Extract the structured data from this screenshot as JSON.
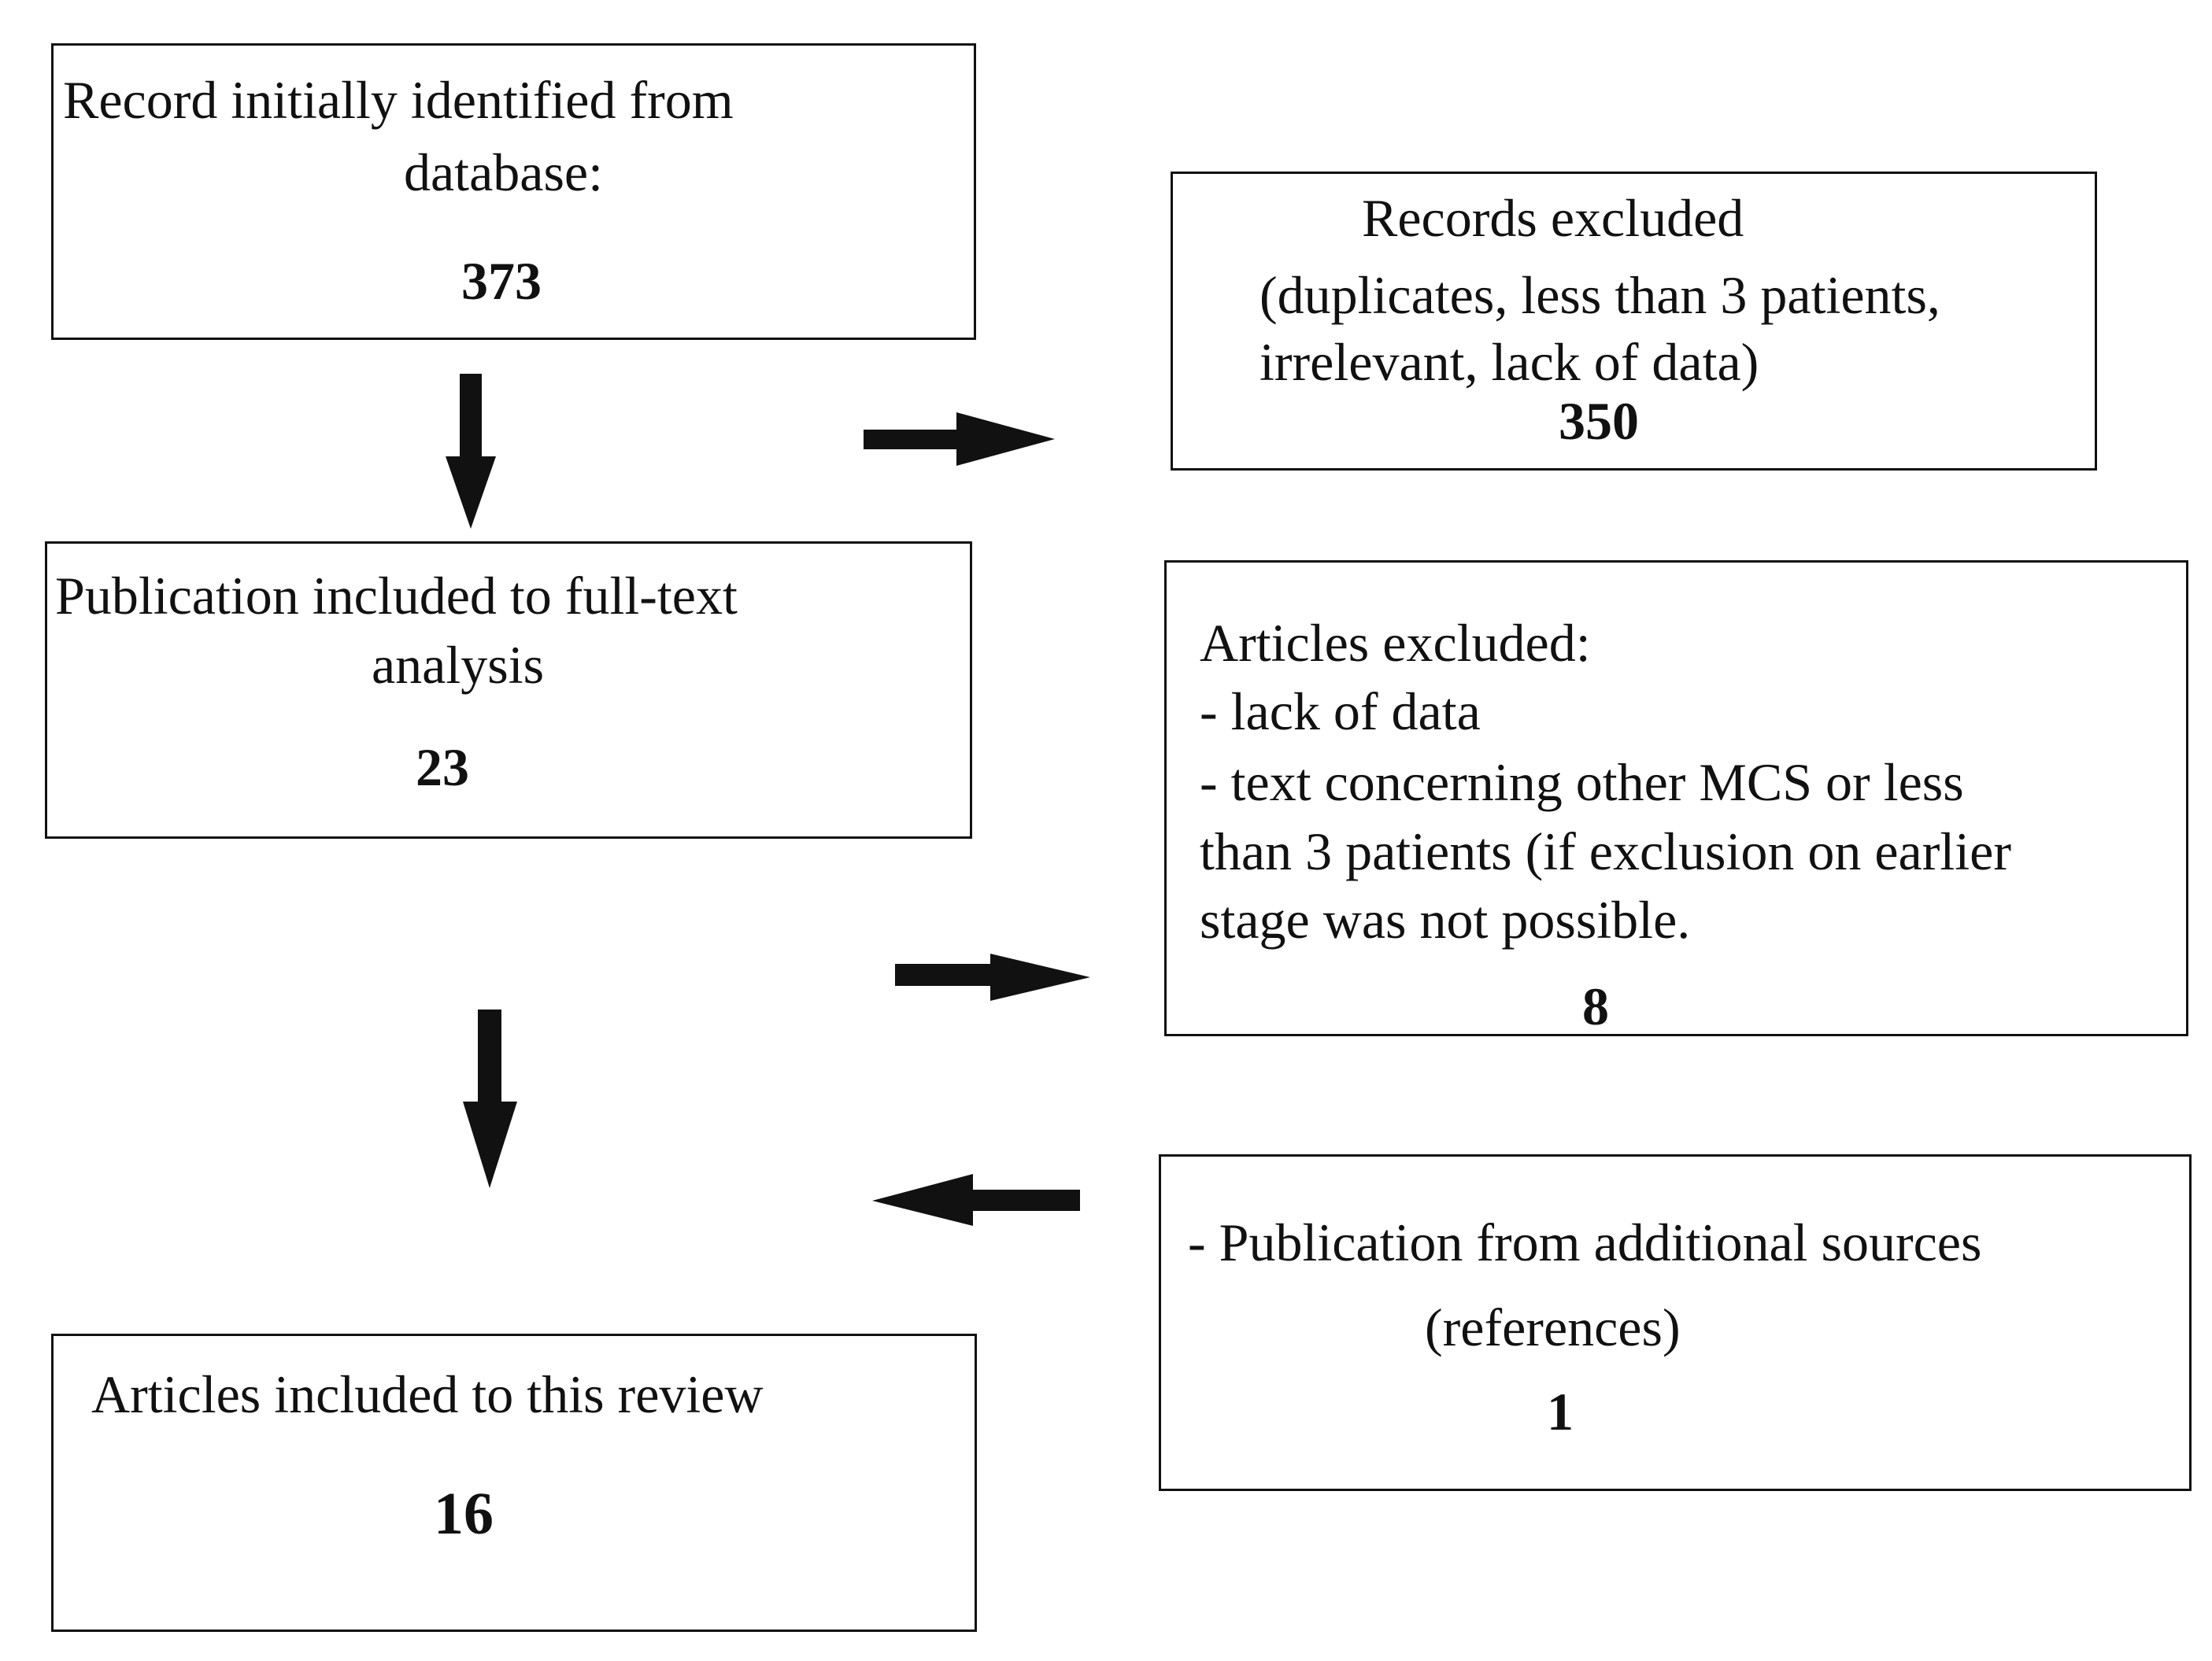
{
  "boxes": {
    "identified": {
      "lines": [
        "Record initially  identified from",
        "database:"
      ],
      "count": "373"
    },
    "records_excluded": {
      "lines": [
        "Records excluded",
        "(duplicates, less than 3 patients,",
        "irrelevant, lack of data)"
      ],
      "count": "350"
    },
    "full_text": {
      "lines": [
        "Publication included to full-text",
        "analysis"
      ],
      "count": "23"
    },
    "articles_excluded": {
      "lines": [
        "Articles excluded:",
        "- lack of data",
        "- text concerning other MCS or less",
        "than 3 patients (if exclusion on earlier",
        "stage was not possible."
      ],
      "count": "8"
    },
    "additional_sources": {
      "lines": [
        "- Publication from additional sources",
        "(references)"
      ],
      "count": "1"
    },
    "included": {
      "lines": [
        "Articles included to this review"
      ],
      "count": "16"
    }
  }
}
